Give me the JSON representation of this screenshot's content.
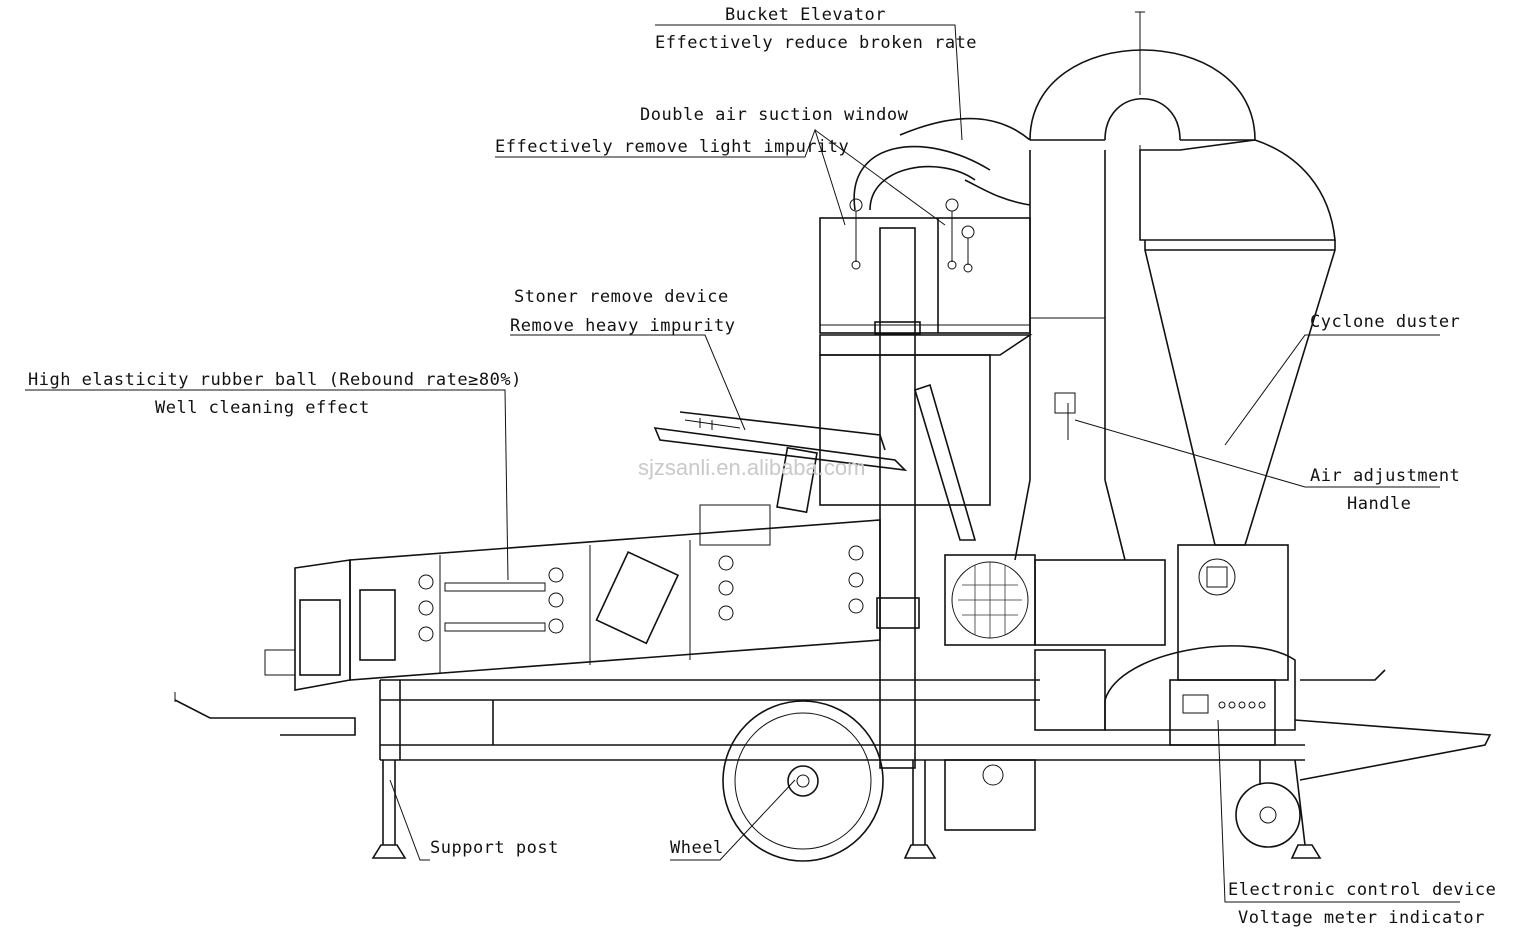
{
  "watermark": "sjzsanli.en.alibaba.com",
  "labels": {
    "bucket_elevator": "Bucket Elevator",
    "bucket_elevator_desc": "Effectively reduce broken rate",
    "air_suction_window": "Double air suction window",
    "air_suction_window_desc": "Effectively remove light impurity",
    "stoner": "Stoner remove device",
    "stoner_desc": "Remove heavy impurity",
    "rubber_ball": "High elasticity rubber ball (Rebound rate≥80%)",
    "rubber_ball_desc": "Well cleaning effect",
    "cyclone": "Cyclone duster",
    "air_adjustment": "Air adjustment",
    "air_adjustment_2": "Handle",
    "support_post": "Support post",
    "wheel": "Wheel",
    "control_device": "Electronic control device",
    "control_device_desc": "Voltage meter indicator"
  },
  "colors": {
    "line": "#111111",
    "background": "#ffffff",
    "watermark": "#c9c9c9"
  }
}
